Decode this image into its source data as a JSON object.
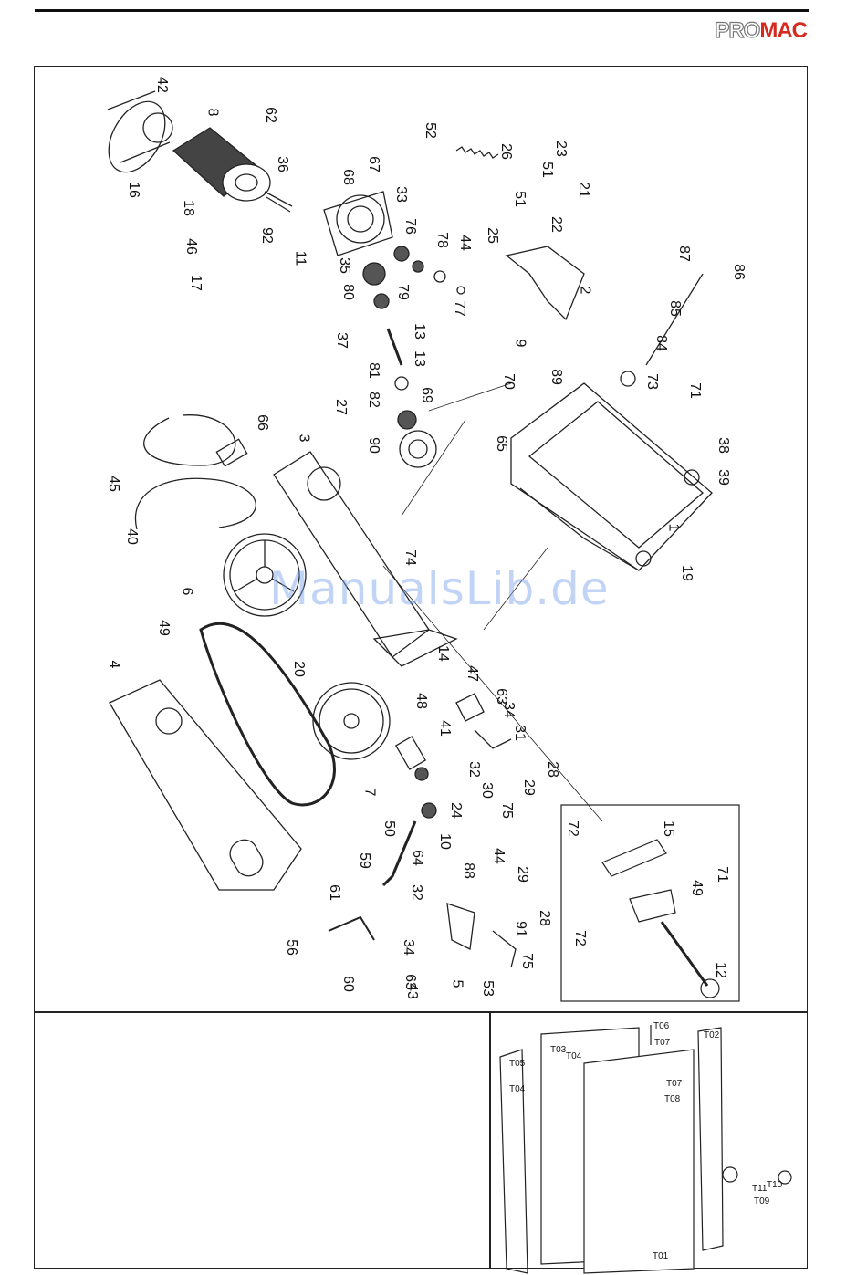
{
  "brand": {
    "part1": "PRO",
    "part2": "MAC",
    "accent_color": "#d42a1f"
  },
  "watermark": "ManualsLib.de",
  "callouts_main": [
    "42",
    "8",
    "62",
    "16",
    "36",
    "67",
    "68",
    "33",
    "18",
    "92",
    "11",
    "76",
    "46",
    "35",
    "78",
    "44",
    "17",
    "79",
    "80",
    "77",
    "52",
    "26",
    "51",
    "51",
    "23",
    "21",
    "22",
    "25",
    "2",
    "9",
    "87",
    "86",
    "85",
    "84",
    "37",
    "13",
    "13",
    "81",
    "69",
    "82",
    "27",
    "90",
    "3",
    "66",
    "45",
    "40",
    "70",
    "89",
    "73",
    "71",
    "65",
    "38",
    "39",
    "1",
    "19",
    "74",
    "6",
    "49",
    "4",
    "20",
    "14",
    "47",
    "48",
    "34",
    "63",
    "41",
    "31",
    "32",
    "30",
    "29",
    "28",
    "7",
    "75",
    "50",
    "24",
    "10",
    "64",
    "88",
    "59",
    "44",
    "29",
    "32",
    "61",
    "28",
    "91",
    "56",
    "34",
    "63",
    "43",
    "5",
    "53",
    "75",
    "60"
  ],
  "callouts_inset": [
    "72",
    "15",
    "49",
    "71",
    "72",
    "12"
  ],
  "callouts_stand": [
    "T06",
    "T07",
    "T02",
    "T03",
    "T04",
    "T05",
    "T04",
    "T07",
    "T08",
    "T11",
    "T10",
    "T09",
    "T01"
  ]
}
